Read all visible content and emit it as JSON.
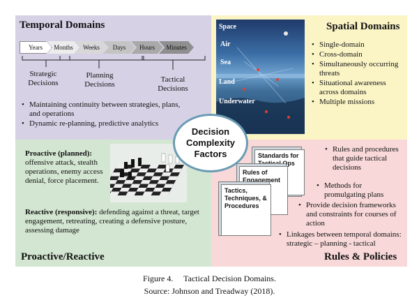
{
  "temporal": {
    "title": "Temporal Domains",
    "steps": [
      "Years",
      "Months",
      "Weeks",
      "Days",
      "Hours",
      "Minutes"
    ],
    "groups": [
      "Strategic Decisions",
      "Planning Decisions",
      "Tactical Decisions"
    ],
    "bullets": [
      "Maintaining continuity between strategies, plans, and operations",
      "Dynamic re-planning, predictive analytics"
    ]
  },
  "spatial": {
    "title": "Spatial Domains",
    "image_labels": [
      "Space",
      "Air",
      "Sea",
      "Land",
      "Underwater"
    ],
    "bullets": [
      "Single-domain",
      "Cross-domain",
      "Simultaneously occurring threats",
      "Situational awareness across domains",
      "Multiple missions"
    ]
  },
  "center": {
    "lines": [
      "Decision",
      "Complexity",
      "Factors"
    ]
  },
  "proactive": {
    "title": "Proactive/Reactive",
    "proactive_label": "Proactive (planned):",
    "proactive_text": "offensive attack, stealth operations, enemy access denial, force placement.",
    "reactive_label": "Reactive (responsive):",
    "reactive_text": "defending against a threat, target engagement, retreating, creating a defensive posture, assessing damage"
  },
  "rules": {
    "title": "Rules & Policies",
    "docs": [
      "Standards for Tactical Ops",
      "Rules of Engagement",
      "Tactics, Techniques, & Procedures"
    ],
    "bullets": [
      "Rules and procedures that guide tactical decisions",
      "Methods for promulgating plans",
      "Provide decision frameworks and constraints for courses of action",
      "Linkages between temporal domains: strategic – planning - tactical"
    ]
  },
  "caption": {
    "line1": "Figure 4.     Tactical Decision Domains.",
    "line2": "Source: Johnson and Treadway (2018)."
  },
  "colors": {
    "temporal_bg": "#d7d1e6",
    "spatial_bg": "#fbf5c6",
    "proactive_bg": "#d3e6d1",
    "rules_bg": "#f8d8d8",
    "circle_border": "#6a9bb3"
  }
}
